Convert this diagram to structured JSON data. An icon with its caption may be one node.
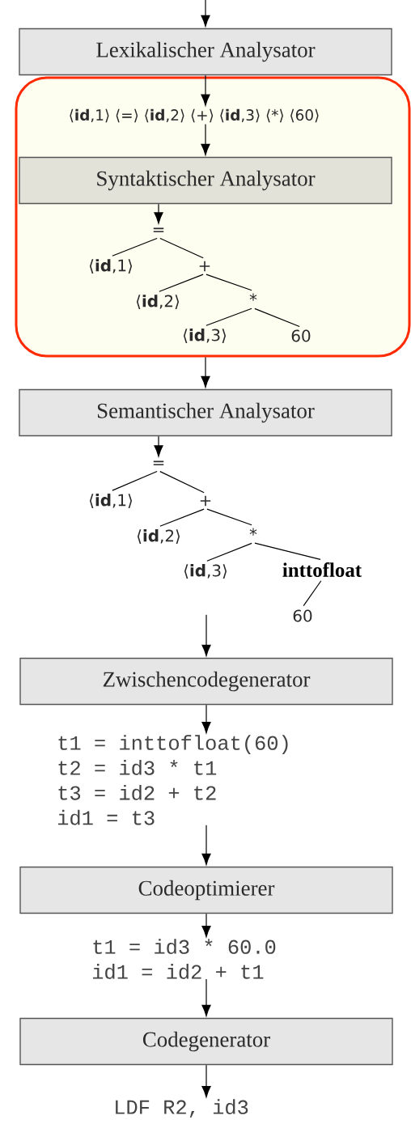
{
  "diagram": {
    "nodes": [
      {
        "text": [
          "Lexikalischer Analysator"
        ]
      },
      {
        "text": [],
        "shape": "box"
      },
      {
        "text": [
          "⟨**id**,1⟩ ⟨=⟩ ⟨**id**,2⟩ ⟨+⟩ ⟨**id**,3⟩ ⟨*⟩ ⟨60⟩"
        ],
        "in": 1
      },
      {
        "text": [
          "Syntaktischer Analysator"
        ],
        "in": 1
      },
      {
        "text": [
          "="
        ],
        "in": 1
      },
      {
        "text": [
          "⟨**id**,1⟩"
        ],
        "in": 1
      },
      {
        "text": [
          "+"
        ],
        "in": 1
      },
      {
        "text": [
          "⟨**id**,2⟩"
        ],
        "in": 1
      },
      {
        "text": [
          "*"
        ],
        "in": 1
      },
      {
        "text": [
          "⟨**id**,3⟩"
        ],
        "in": 1
      },
      {
        "text": [
          "60"
        ],
        "in": 1
      },
      {
        "text": [
          "Semantischer Analysator"
        ]
      },
      {
        "text": [
          "="
        ]
      },
      {
        "text": [
          "⟨**id**,1⟩"
        ]
      },
      {
        "text": [
          "+"
        ]
      },
      {
        "text": [
          "⟨**id**,2⟩"
        ]
      },
      {
        "text": [
          "*"
        ]
      },
      {
        "text": [
          "⟨**id**,3⟩"
        ]
      },
      {
        "text": [
          "inttofloat"
        ]
      },
      {
        "text": [
          "60"
        ]
      },
      {
        "text": [
          "Zwischencodegenerator"
        ]
      },
      {
        "text": [
          "t1 = inttofloat(60)",
          "t2 = id3 * t1",
          "t3 = id2 + t2",
          "id1 = t3"
        ]
      },
      {
        "text": [
          "Codeoptimierer"
        ]
      },
      {
        "text": [
          "t1 = id3 * 60.0",
          "id1 = id2 + t1"
        ]
      },
      {
        "text": [
          "Codegenerator"
        ]
      },
      {
        "text": [
          "LDF R2, id3"
        ]
      }
    ],
    "edges": [
      {
        "from": null,
        "to": 0,
        "arrow": "to"
      },
      {
        "from": 0,
        "to": 2,
        "arrow": "to"
      },
      {
        "from": 2,
        "to": 3,
        "arrow": "to"
      },
      {
        "from": 3,
        "to": 4,
        "arrow": "to"
      },
      {
        "from": 4,
        "to": 5,
        "arrow": "none"
      },
      {
        "from": 4,
        "to": 6,
        "arrow": "none"
      },
      {
        "from": 6,
        "to": 7,
        "arrow": "none"
      },
      {
        "from": 6,
        "to": 8,
        "arrow": "none"
      },
      {
        "from": 8,
        "to": 9,
        "arrow": "none"
      },
      {
        "from": 8,
        "to": 10,
        "arrow": "none"
      },
      {
        "from": 1,
        "to": 11,
        "arrow": "to"
      },
      {
        "from": 11,
        "to": 12,
        "arrow": "to"
      },
      {
        "from": 12,
        "to": 13,
        "arrow": "none"
      },
      {
        "from": 12,
        "to": 14,
        "arrow": "none"
      },
      {
        "from": 14,
        "to": 15,
        "arrow": "none"
      },
      {
        "from": 14,
        "to": 16,
        "arrow": "none"
      },
      {
        "from": 16,
        "to": 17,
        "arrow": "none"
      },
      {
        "from": 16,
        "to": 18,
        "arrow": "none"
      },
      {
        "from": 18,
        "to": 19,
        "arrow": "none"
      },
      {
        "from": null,
        "to": 20,
        "arrow": "to"
      },
      {
        "from": 20,
        "to": 21,
        "arrow": "to"
      },
      {
        "from": 21,
        "to": 22,
        "arrow": "to"
      },
      {
        "from": 22,
        "to": 23,
        "arrow": "to"
      },
      {
        "from": 23,
        "to": 24,
        "arrow": "to"
      },
      {
        "from": 24,
        "to": 25,
        "arrow": "to"
      }
    ]
  }
}
